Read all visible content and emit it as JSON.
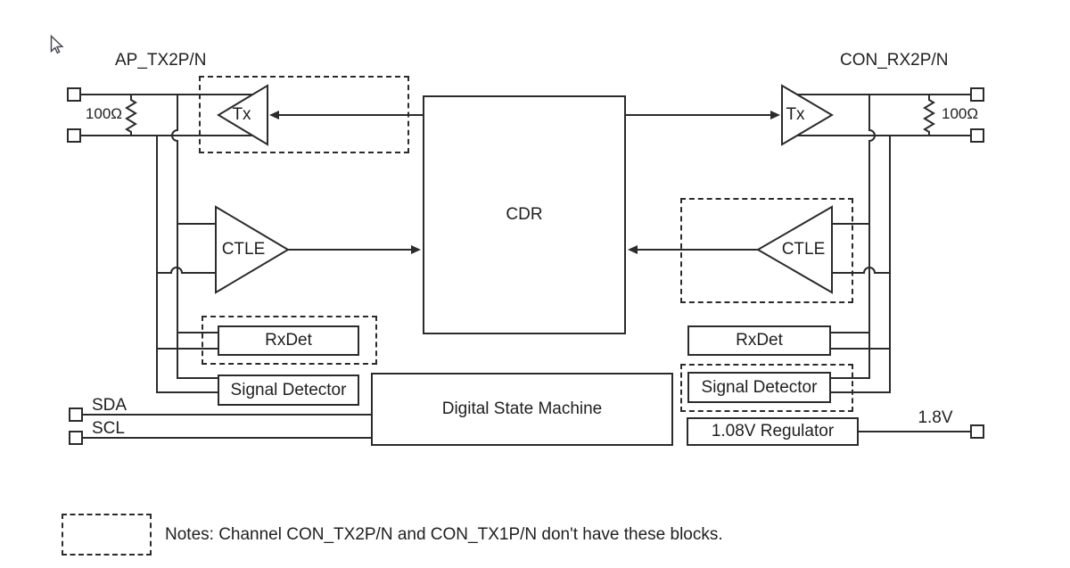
{
  "diagram": {
    "port_labels": {
      "left_top": "AP_TX2P/N",
      "right_top": "CON_RX2P/N",
      "sda": "SDA",
      "scl": "SCL",
      "vout": "1.8V"
    },
    "resistors": {
      "left": "100Ω",
      "right": "100Ω"
    },
    "blocks": {
      "tx_left": "Tx",
      "tx_right": "Tx",
      "ctle_left": "CTLE",
      "ctle_right": "CTLE",
      "cdr": "CDR",
      "rxdet_left": "RxDet",
      "rxdet_right": "RxDet",
      "sigdet_left": "Signal Detector",
      "sigdet_right": "Signal Detector",
      "dsm": "Digital State Machine",
      "regulator": "1.08V Regulator"
    },
    "note": "Notes: Channel CON_TX2P/N and CON_TX1P/N don't have these blocks.",
    "colors": {
      "line": "#2b2b2b",
      "text": "#1f1f1f",
      "background": "#ffffff"
    }
  }
}
